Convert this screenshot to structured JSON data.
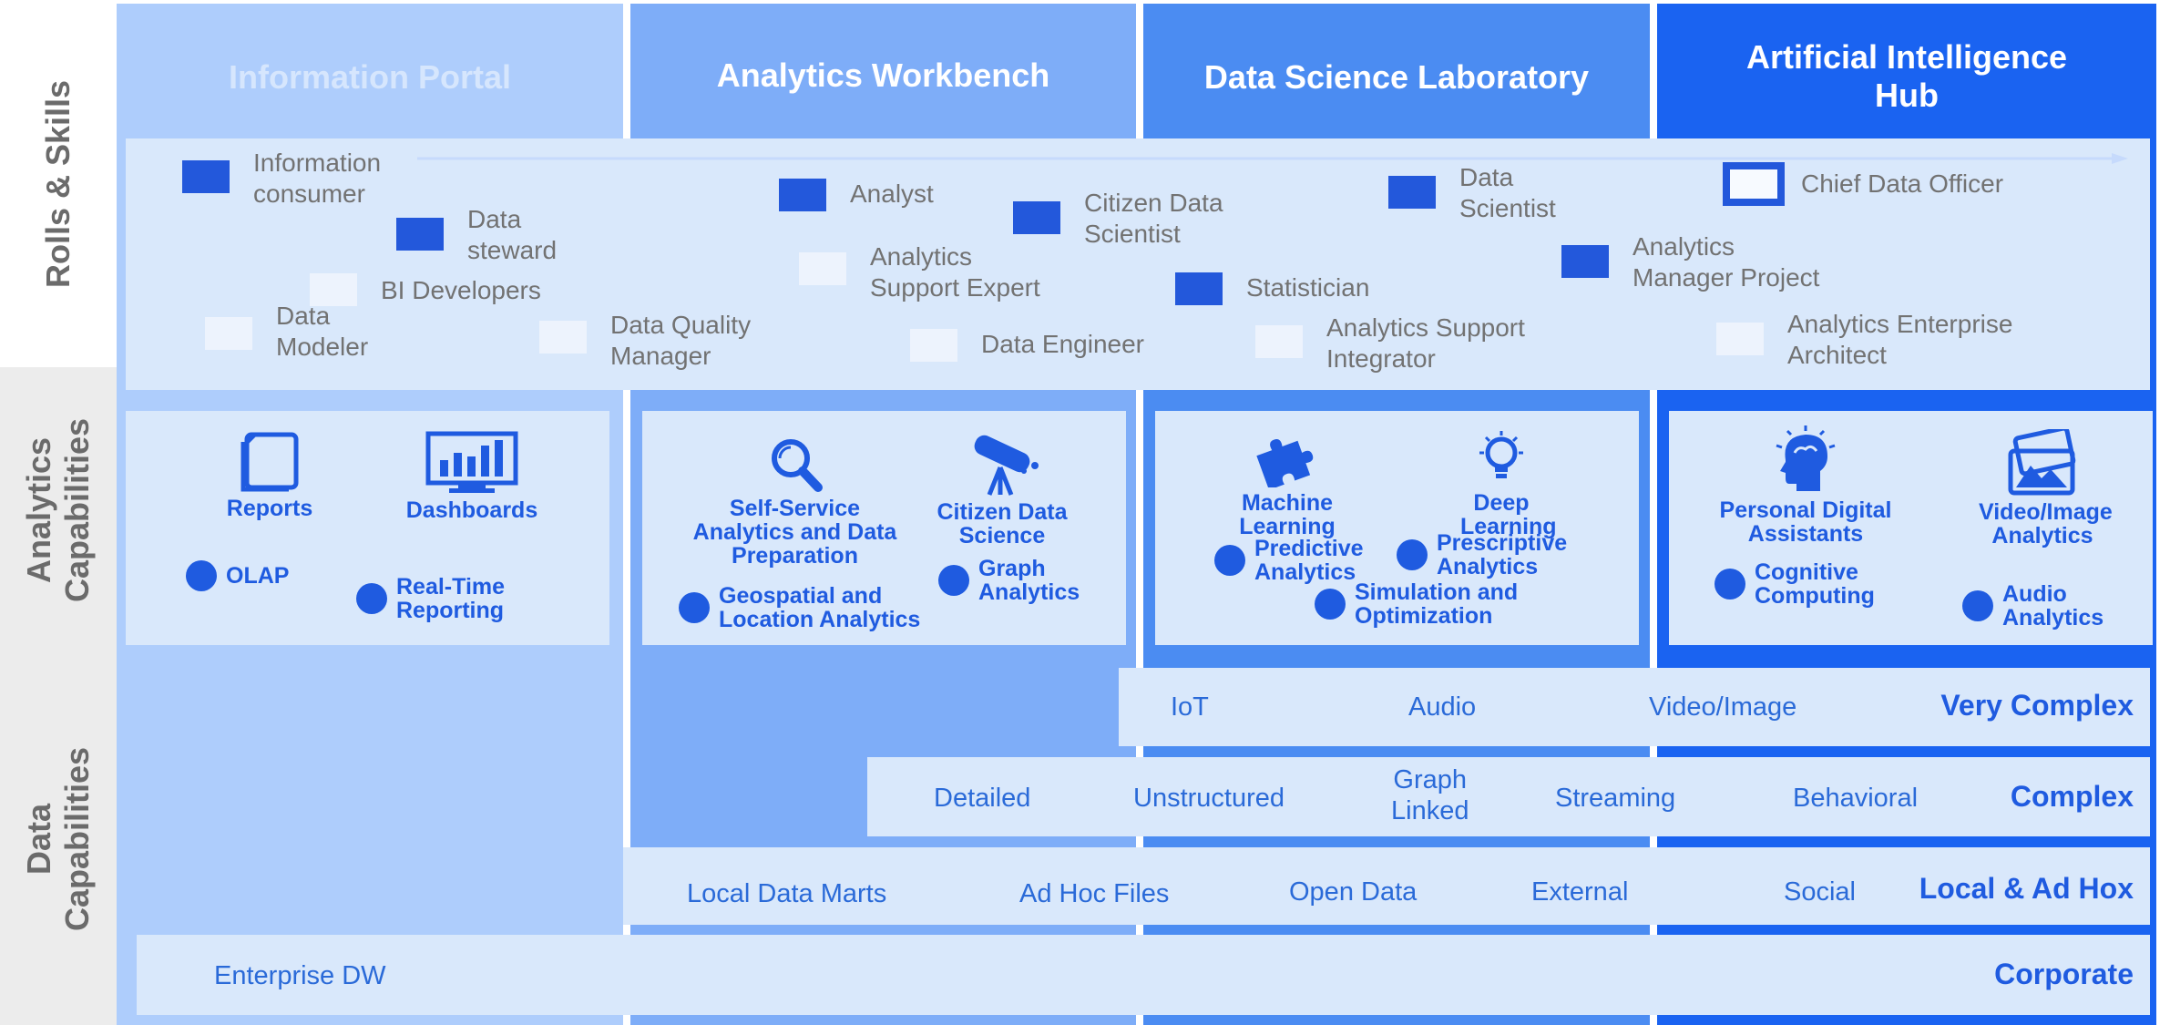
{
  "columns": [
    {
      "title": "Information Portal",
      "color": "#aecdfc",
      "title_color": "#d6e6fd"
    },
    {
      "title": "Analytics Workbench",
      "color": "#7eadf8"
    },
    {
      "title": "Data Science Laboratory",
      "color": "#4b8cf2"
    },
    {
      "title": "Artificial Intelligence Hub",
      "color": "#1a63f1"
    }
  ],
  "side_labels": {
    "roles": "Rolls & Skills",
    "analytics": "Analytics Capabilities",
    "data": "Data Capabilities"
  },
  "roles": [
    {
      "label": "Information consumer",
      "filled": true
    },
    {
      "label": "Data steward",
      "filled": true
    },
    {
      "label": "BI Developers",
      "filled": false
    },
    {
      "label": "Data Modeler",
      "filled": false
    },
    {
      "label": "Data Quality Manager",
      "filled": false
    },
    {
      "label": "Analyst",
      "filled": true
    },
    {
      "label": "Analytics Support Expert",
      "filled": false
    },
    {
      "label": "Data Engineer",
      "filled": false
    },
    {
      "label": "Citizen Data Scientist",
      "filled": true
    },
    {
      "label": "Statistician",
      "filled": true
    },
    {
      "label": "Analytics Support Integrator",
      "filled": false
    },
    {
      "label": "Data Scientist",
      "filled": true
    },
    {
      "label": "Analytics Manager Project",
      "filled": true
    },
    {
      "label": "Chief Data Officer",
      "filled": false
    },
    {
      "label": "Analytics Enterprise Architect",
      "filled": false
    }
  ],
  "analytics": {
    "portal": {
      "reports": "Reports",
      "dashboards": "Dashboards",
      "olap": "OLAP",
      "realtime": "Real-Time Reporting"
    },
    "workbench": {
      "selfservice": "Self-Service Analytics and Data Preparation",
      "citizen": "Citizen Data Science",
      "geo": "Geospatial and Location Analytics",
      "graph": "Graph Analytics"
    },
    "lab": {
      "ml": "Machine Learning",
      "dl": "Deep Learning",
      "predictive": "Predictive Analytics",
      "prescriptive": "Prescriptive Analytics",
      "simulation": "Simulation and Optimization"
    },
    "hub": {
      "pda": "Personal Digital Assistants",
      "video": "Video/Image Analytics",
      "cognitive": "Cognitive Computing",
      "audio": "Audio Analytics"
    }
  },
  "data_bands": [
    {
      "title": "Very Complex",
      "items": [
        "IoT",
        "Audio",
        "Video/Image"
      ]
    },
    {
      "title": "Complex",
      "items": [
        "Detailed",
        "Unstructured",
        "Graph\nLinked",
        "Streaming",
        "Behavioral"
      ]
    },
    {
      "title": "Local & Ad Hox",
      "items": [
        "Local Data Marts",
        "Ad Hoc Files",
        "Open Data",
        "External",
        "Social"
      ]
    },
    {
      "title": "Corporate",
      "items": [
        "Enterprise DW"
      ]
    }
  ],
  "colors": {
    "accent": "#1f5be0",
    "panel": "#d9e8fb",
    "side_gray": "#ececec",
    "text_gray": "#727272"
  },
  "icons": [
    "document-stack-icon",
    "bar-chart-icon",
    "magnifier-icon",
    "telescope-icon",
    "puzzle-icon",
    "lightbulb-icon",
    "brain-head-icon",
    "image-stack-icon"
  ]
}
